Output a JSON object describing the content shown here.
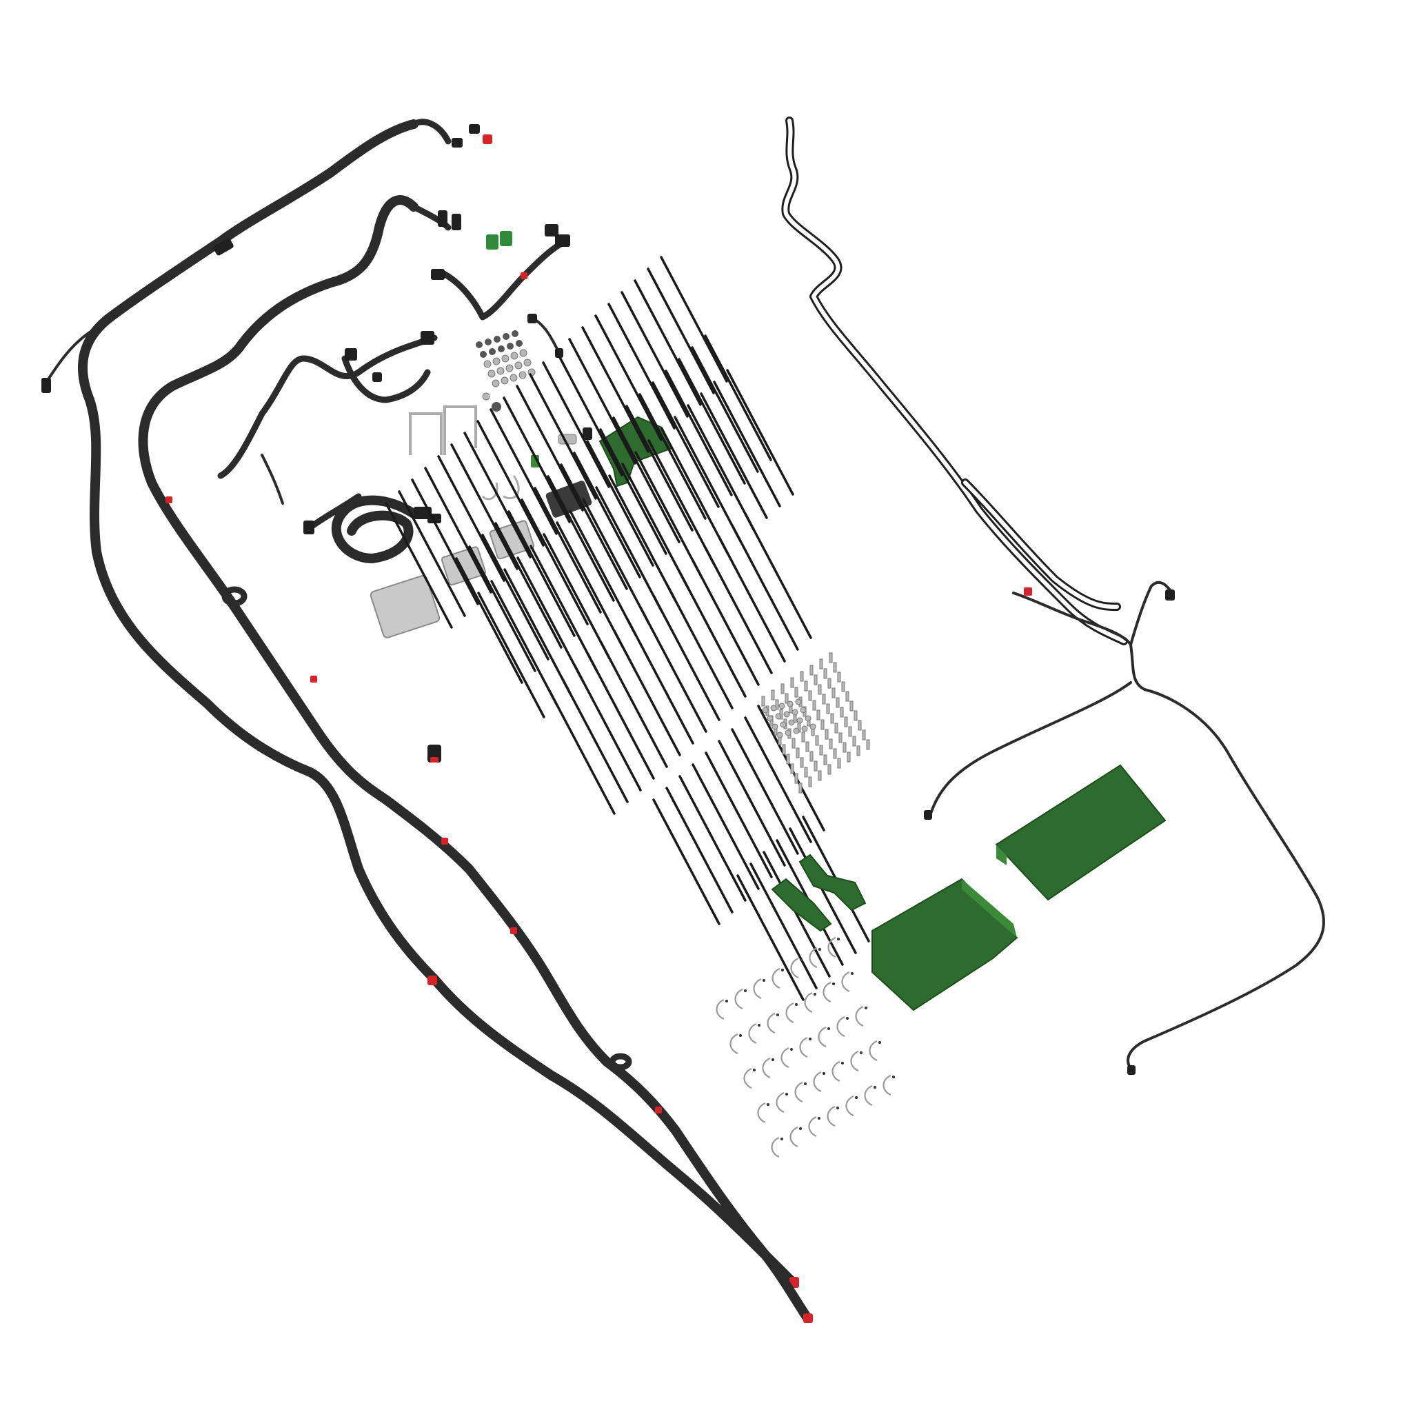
{
  "scene": {
    "background": "#ffffff",
    "colors": {
      "harness": "#2b2b2b",
      "connector_red": "#d4242a",
      "connector_green": "#2f8a3a",
      "bracket_green": "#2e6b2e",
      "module_gray": "#c9c9c9"
    },
    "cable_ties": {
      "rows": 6
    },
    "clip_grid": {
      "rows": 5,
      "cols": 7
    }
  }
}
